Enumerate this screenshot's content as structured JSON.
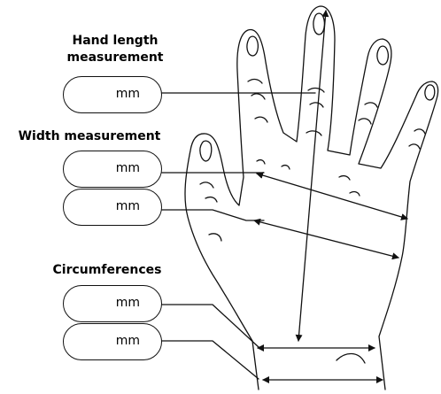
{
  "sections": {
    "hand_length": {
      "title": "Hand length measurement",
      "title_line1": "Hand length",
      "title_line2": "measurement"
    },
    "width": {
      "title": "Width measurement"
    },
    "circumference": {
      "title": "Circumferences"
    }
  },
  "fields": [
    {
      "id": "hand-length",
      "unit": "mm"
    },
    {
      "id": "width-1",
      "unit": "mm"
    },
    {
      "id": "width-2",
      "unit": "mm"
    },
    {
      "id": "circumference-1",
      "unit": "mm"
    },
    {
      "id": "circumference-2",
      "unit": "mm"
    }
  ],
  "colors": {
    "stroke": "#111111",
    "background": "#ffffff"
  }
}
